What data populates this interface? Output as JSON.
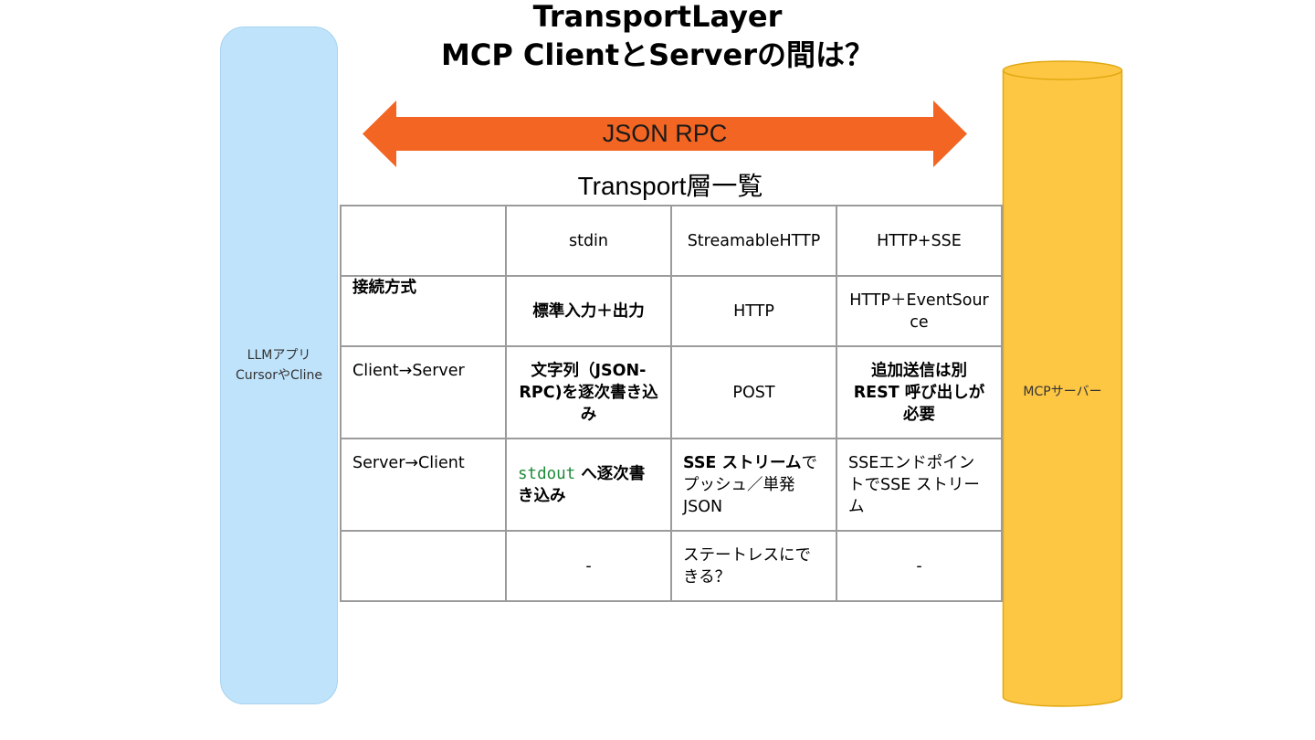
{
  "title": {
    "line1": "TransportLayer",
    "line2": "MCP ClientとServerの間は？"
  },
  "left_box": {
    "line1": "LLMアプリ",
    "line2": "CursorやCline"
  },
  "right_cylinder": {
    "label": "MCPサーバー"
  },
  "arrow": {
    "label": "JSON RPC"
  },
  "table": {
    "caption": "Transport層一覧",
    "headers": [
      "",
      "stdin",
      "StreamableHTTP",
      "HTTP+SSE"
    ],
    "rows": [
      {
        "label": "接続方式",
        "cells": [
          "標準入力＋出力",
          "HTTP",
          "HTTP＋EventSource"
        ]
      },
      {
        "label": "Client→Server",
        "cells": [
          "文字列（JSON-RPC)を逐次書き込み",
          "POST",
          "追加送信は別 REST 呼び出しが必要"
        ]
      },
      {
        "label": "Server→Client",
        "cells": [
          {
            "code": "stdout",
            "text": " へ逐次書き込み"
          },
          {
            "strong": "SSE ストリーム",
            "text": "でプッシュ／単発 JSON"
          },
          "SSEエンドポイントでSSE ストリーム"
        ]
      },
      {
        "label": "",
        "cells": [
          "-",
          "ステートレスにできる？",
          "-"
        ]
      }
    ]
  },
  "colors": {
    "left_box_fill": "#bfe3fb",
    "cylinder_fill": "#fdc744",
    "cylinder_stroke": "#e0a810",
    "arrow_fill": "#f26522",
    "grid_line": "#9b9b9b",
    "code_text": "#1e8a3a"
  }
}
